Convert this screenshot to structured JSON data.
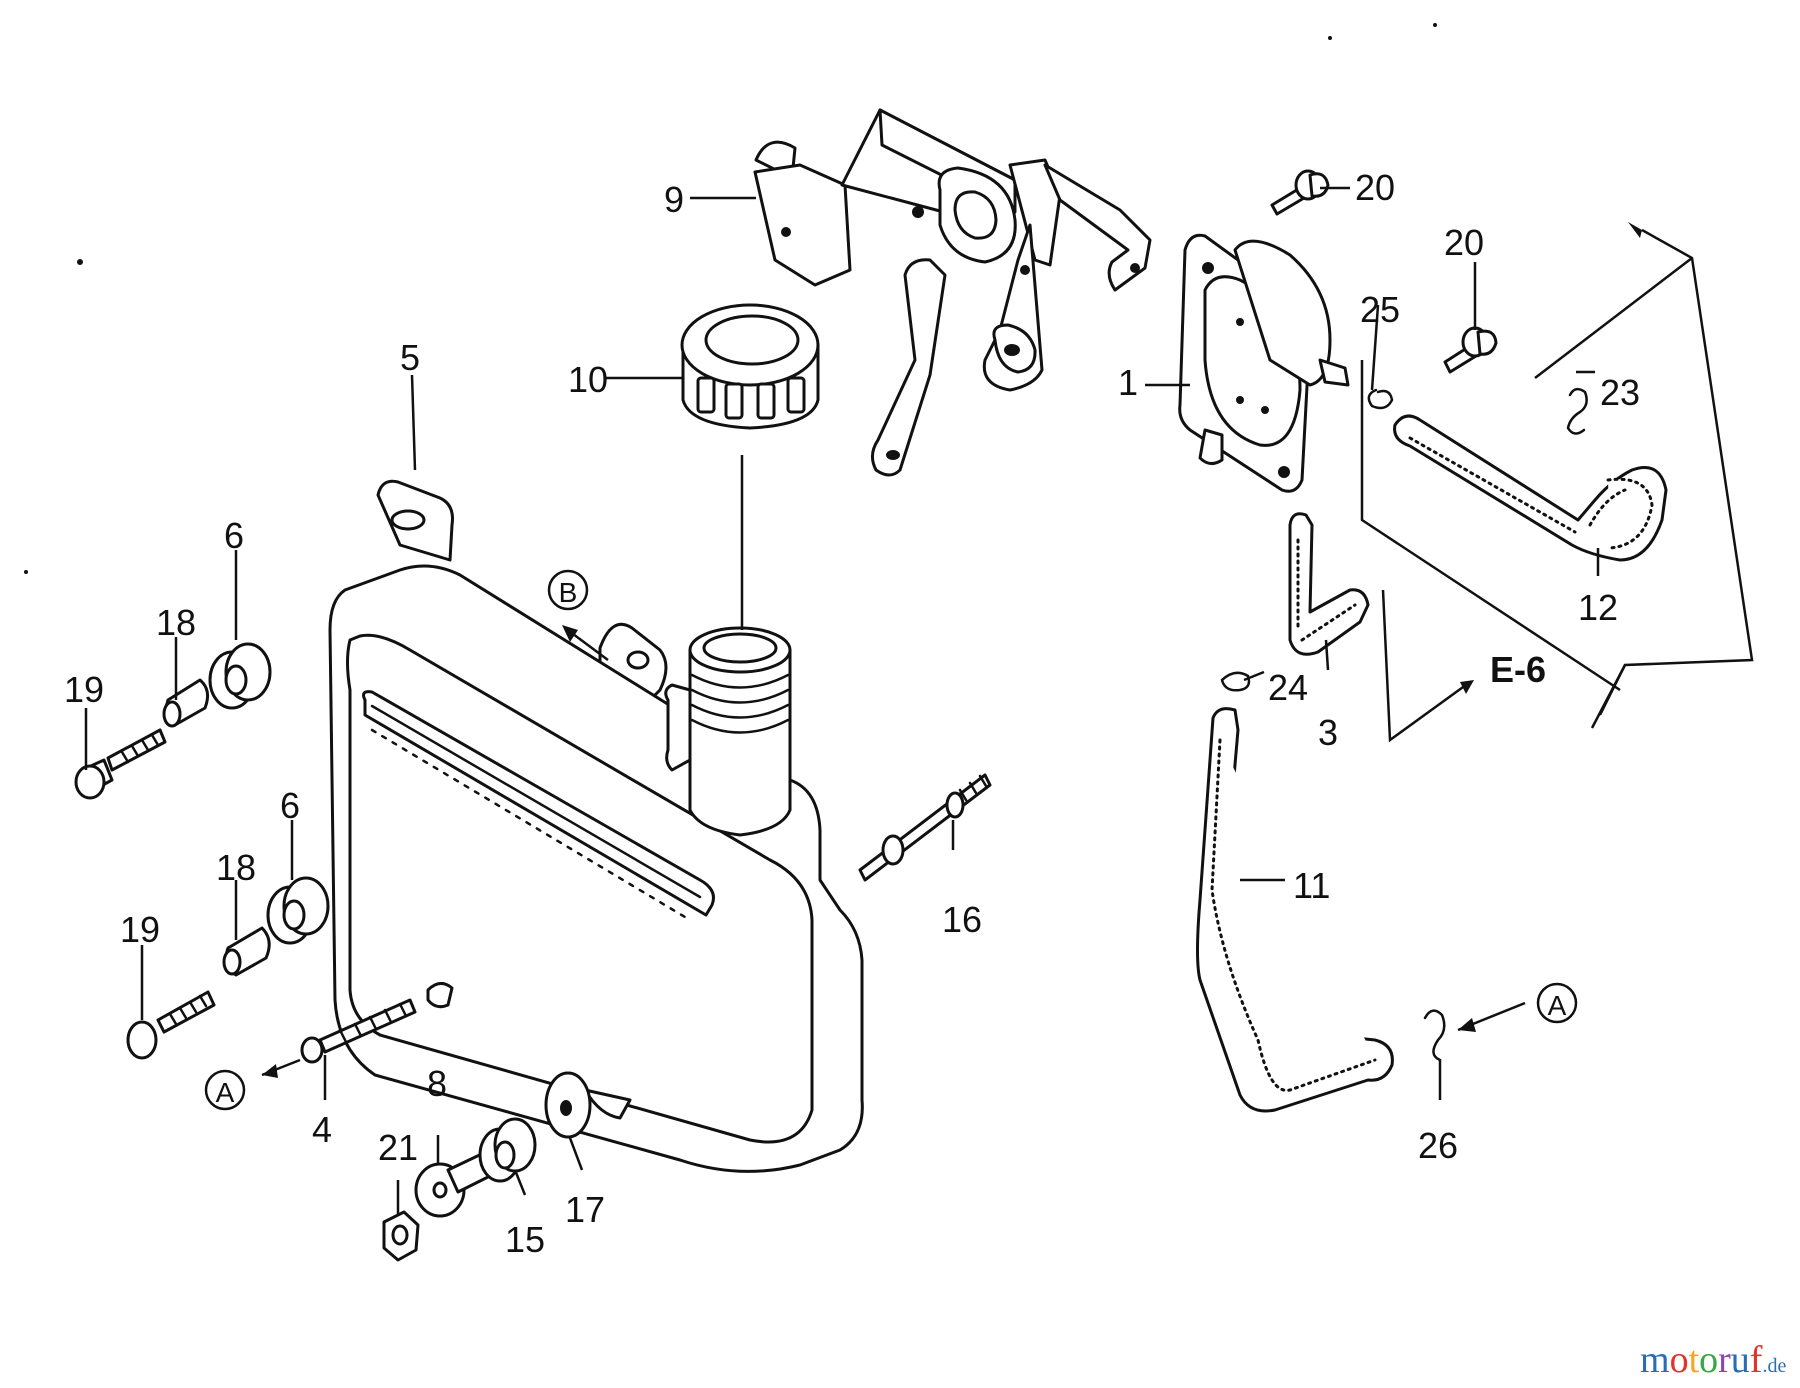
{
  "diagram": {
    "callouts": {
      "p1": "1",
      "p3": "3",
      "p4": "4",
      "p5": "5",
      "p6a": "6",
      "p6b": "6",
      "p8": "8",
      "p9": "9",
      "p10": "10",
      "p11": "11",
      "p12": "12",
      "p15": "15",
      "p16": "16",
      "p17": "17",
      "p18a": "18",
      "p18b": "18",
      "p19a": "19",
      "p19b": "19",
      "p20a": "20",
      "p20b": "20",
      "p21": "21",
      "p23": "23",
      "p24": "24",
      "p25": "25",
      "p26": "26"
    },
    "reference_markers": {
      "a_left": "A",
      "a_right": "A",
      "b_tank": "B"
    },
    "cross_reference": "E-6"
  },
  "watermark": {
    "text_main": "motoruf",
    "text_suffix": ".de",
    "colors": [
      "#2a6db5",
      "#e2332a",
      "#f5a623",
      "#3aa648",
      "#8e44ad",
      "#2a6db5",
      "#e2332a"
    ]
  }
}
